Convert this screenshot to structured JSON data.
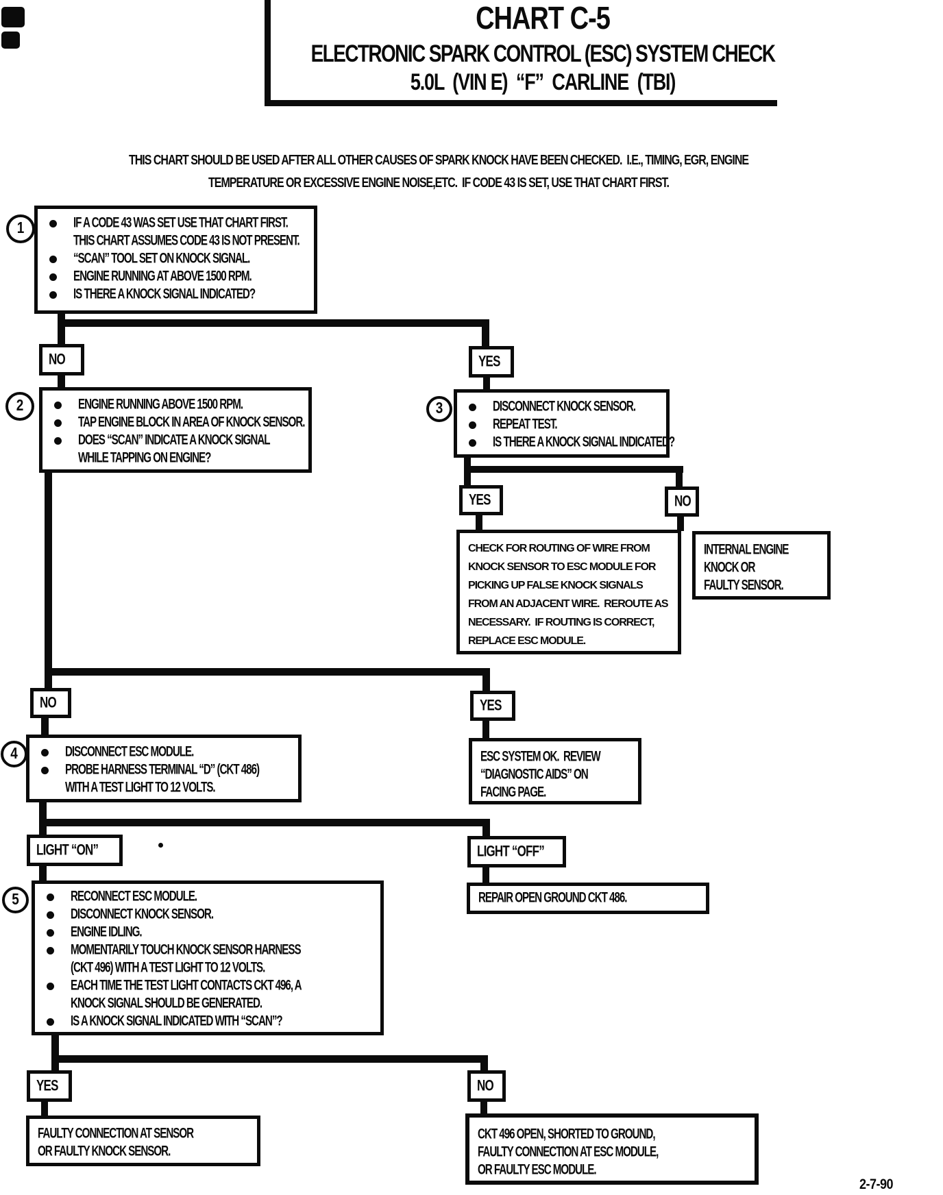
{
  "title": {
    "line1": "CHART C-5",
    "line2": "ELECTRONIC SPARK CONTROL (ESC) SYSTEM CHECK",
    "line3": "5.0L  (VIN E)  “F”  CARLINE  (TBI)"
  },
  "intro": {
    "line1": "THIS CHART SHOULD BE USED AFTER ALL OTHER CAUSES OF SPARK KNOCK HAVE BEEN CHECKED.  I.E., TIMING, EGR, ENGINE",
    "line2": "TEMPERATURE OR EXCESSIVE ENGINE NOISE,ETC.  IF CODE 43 IS SET, USE THAT CHART FIRST."
  },
  "steps": {
    "s1": {
      "num": "1",
      "l1": "IF A CODE 43 WAS SET USE THAT CHART FIRST.",
      "l2": "THIS CHART ASSUMES CODE 43 IS NOT PRESENT.",
      "l3": "“SCAN” TOOL SET ON KNOCK SIGNAL.",
      "l4": "ENGINE RUNNING AT ABOVE 1500 RPM.",
      "l5": "IS THERE A KNOCK SIGNAL INDICATED?"
    },
    "s2": {
      "num": "2",
      "l1": "ENGINE RUNNING ABOVE 1500 RPM.",
      "l2": "TAP ENGINE BLOCK IN AREA OF KNOCK SENSOR.",
      "l3": "DOES “SCAN” INDICATE A KNOCK SIGNAL",
      "l4": "WHILE TAPPING ON ENGINE?"
    },
    "s3": {
      "num": "3",
      "l1": "DISCONNECT KNOCK SENSOR.",
      "l2": "REPEAT TEST.",
      "l3": "IS THERE A KNOCK SIGNAL INDICATED?"
    },
    "s4": {
      "num": "4",
      "l1": "DISCONNECT ESC MODULE.",
      "l2": "PROBE HARNESS TERMINAL “D” (CKT 486)",
      "l3": "WITH A TEST LIGHT TO 12 VOLTS."
    },
    "s5": {
      "num": "5",
      "l1": "RECONNECT ESC MODULE.",
      "l2": "DISCONNECT KNOCK SENSOR.",
      "l3": "ENGINE IDLING.",
      "l4": "MOMENTARILY TOUCH KNOCK SENSOR HARNESS",
      "l5": "(CKT 496) WITH A TEST LIGHT TO 12 VOLTS.",
      "l6": "EACH TIME THE TEST LIGHT CONTACTS CKT 496, A",
      "l7": "KNOCK SIGNAL SHOULD BE GENERATED.",
      "l8": "IS A KNOCK SIGNAL INDICATED WITH “SCAN”?"
    }
  },
  "labels": {
    "no1": "NO",
    "yes1": "YES",
    "yes3": "YES",
    "no3": "NO",
    "no2": "NO",
    "yes2": "YES",
    "light_on": "LIGHT “ON”",
    "light_off": "LIGHT “OFF”",
    "yes5": "YES",
    "no5": "NO"
  },
  "results": {
    "routing": {
      "l1": "CHECK FOR ROUTING OF WIRE FROM",
      "l2": "KNOCK SENSOR TO ESC MODULE FOR",
      "l3": "PICKING UP FALSE KNOCK SIGNALS",
      "l4": "FROM AN ADJACENT WIRE.  REROUTE AS",
      "l5": "NECESSARY.  IF ROUTING IS CORRECT,",
      "l6": "REPLACE ESC MODULE."
    },
    "internal": {
      "l1": "INTERNAL ENGINE",
      "l2": "KNOCK OR",
      "l3": "FAULTY SENSOR."
    },
    "esc_ok": {
      "l1": "ESC SYSTEM OK.  REVIEW",
      "l2": "“DIAGNOSTIC AIDS” ON",
      "l3": "FACING PAGE."
    },
    "repair": {
      "l1": "REPAIR OPEN GROUND CKT 486."
    },
    "faulty_sensor": {
      "l1": "FAULTY CONNECTION AT SENSOR",
      "l2": "OR FAULTY KNOCK SENSOR."
    },
    "ckt496": {
      "l1": "CKT 496 OPEN, SHORTED TO GROUND,",
      "l2": "FAULTY CONNECTION AT ESC MODULE,",
      "l3": "OR FAULTY ESC MODULE."
    }
  },
  "footer": {
    "date": "2-7-90"
  }
}
